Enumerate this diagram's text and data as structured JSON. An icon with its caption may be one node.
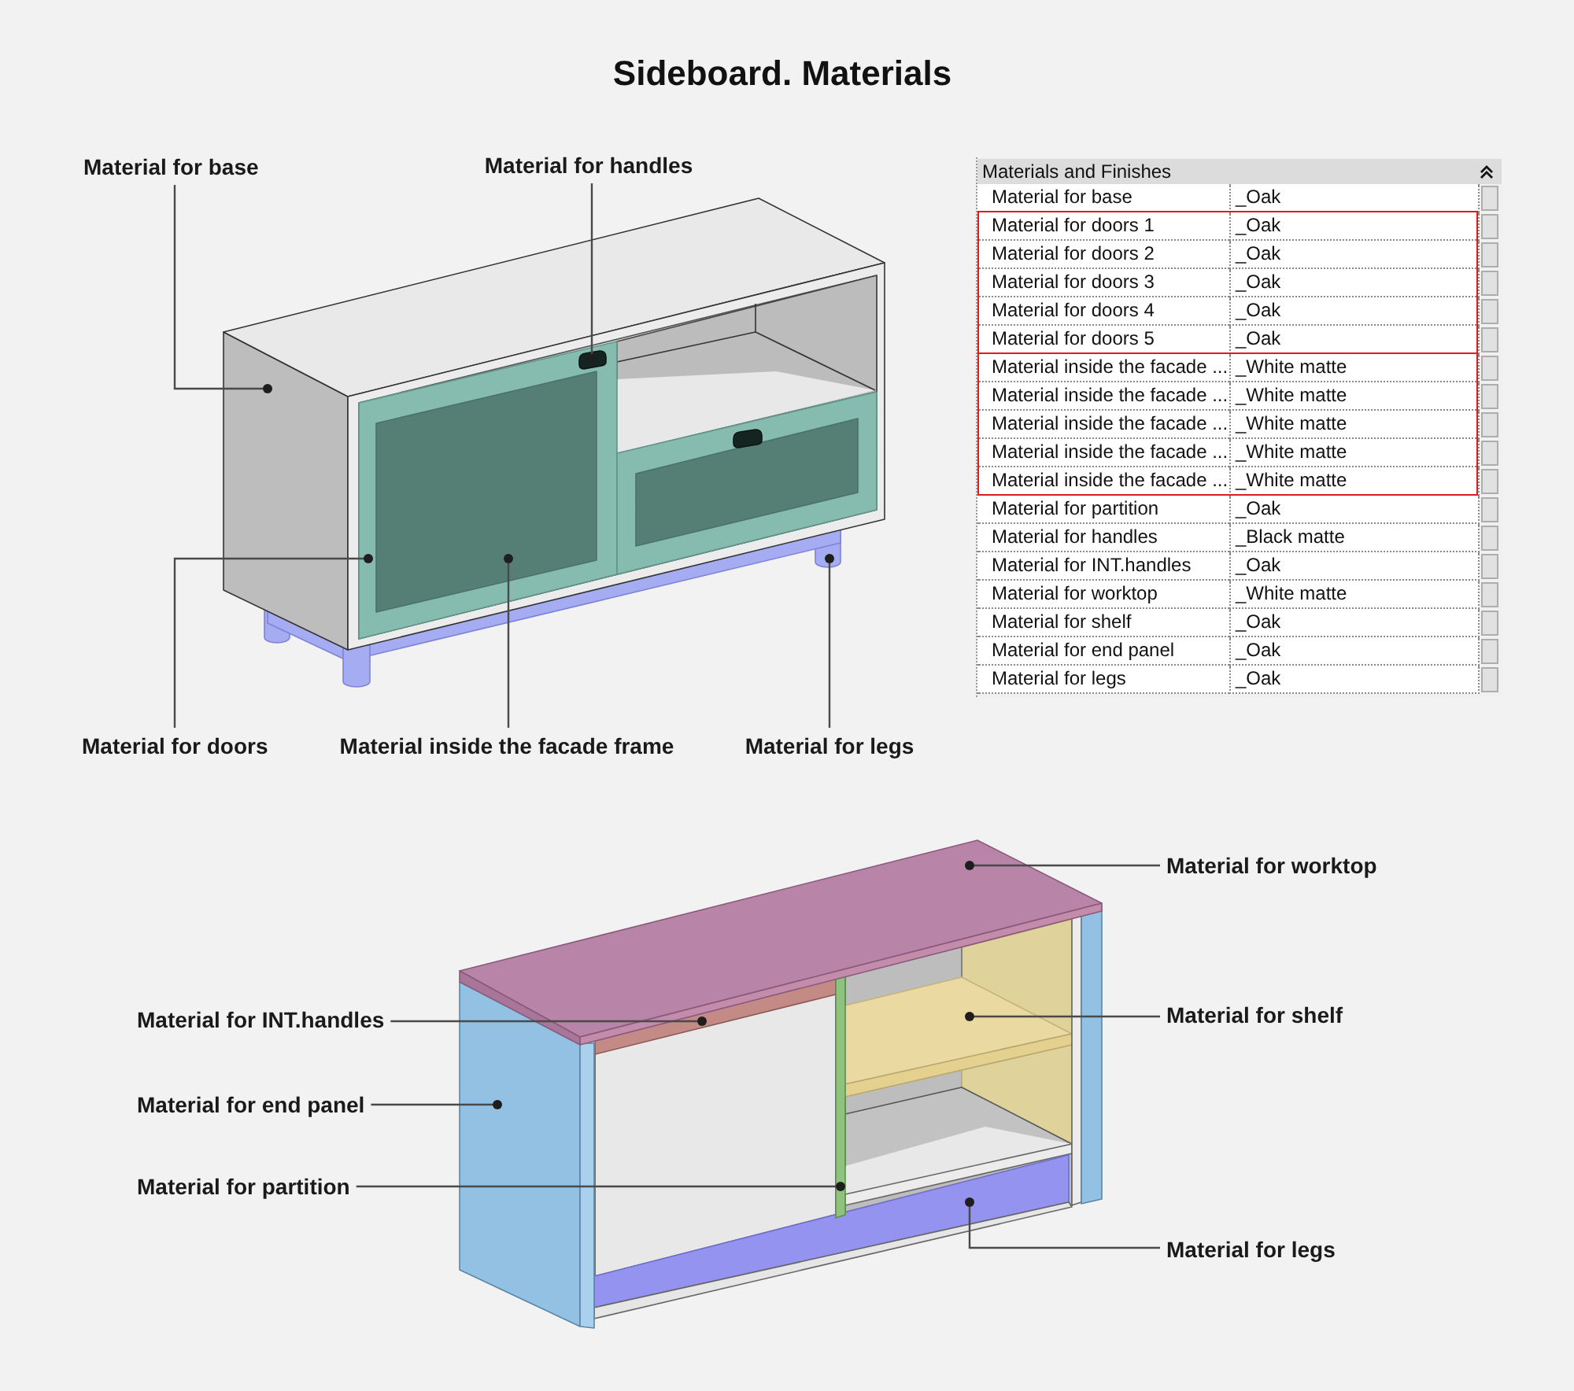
{
  "diagram": {
    "title": "Sideboard. Materials",
    "nodes": [
      {
        "text": [
          "Material for base"
        ]
      },
      {
        "text": [
          "Material for handles"
        ]
      },
      {
        "text": [
          "Material for doors"
        ]
      },
      {
        "text": [
          "Material inside the facade frame"
        ]
      },
      {
        "text": [
          "Material for legs"
        ]
      },
      {
        "text": [
          "Material for worktop"
        ]
      },
      {
        "text": [
          "Material for INT.handles"
        ]
      },
      {
        "text": [
          "Material for shelf"
        ]
      },
      {
        "text": [
          "Material for end panel"
        ]
      },
      {
        "text": [
          "Material for partition"
        ]
      },
      {
        "text": [
          "Material for legs"
        ]
      }
    ],
    "edges": [
      {
        "from": 0,
        "to": null,
        "arrow": "other"
      },
      {
        "from": 1,
        "to": null,
        "arrow": "other"
      },
      {
        "from": 2,
        "to": null,
        "arrow": "other"
      },
      {
        "from": 3,
        "to": null,
        "arrow": "other"
      },
      {
        "from": 4,
        "to": null,
        "arrow": "other"
      },
      {
        "from": 5,
        "to": null,
        "arrow": "other"
      },
      {
        "from": 6,
        "to": null,
        "arrow": "other"
      },
      {
        "from": 7,
        "to": null,
        "arrow": "other"
      },
      {
        "from": 8,
        "to": null,
        "arrow": "other"
      },
      {
        "from": 9,
        "to": null,
        "arrow": "other"
      },
      {
        "from": 10,
        "to": null,
        "arrow": "other"
      }
    ],
    "labels": [
      "Materials and Finishes",
      "Material for base",
      "_Oak",
      "Material for doors 1",
      "_Oak",
      "Material for doors 2",
      "_Oak",
      "Material for doors 3",
      "_Oak",
      "Material for doors 4",
      "_Oak",
      "Material for doors 5",
      "_Oak",
      "Material inside the facade ...",
      "_White matte",
      "Material inside the facade ...",
      "_White matte",
      "Material inside the facade ...",
      "_White matte",
      "Material inside the facade ...",
      "_White matte",
      "Material inside the facade ...",
      "_White matte",
      "Material for partition",
      "_Oak",
      "Material for handles",
      "_Black matte",
      "Material for INT.handles",
      "_Oak",
      "Material for worktop",
      "_White matte",
      "Material for shelf",
      "_Oak",
      "Material for end panel",
      "_Oak",
      "Material for legs",
      "_Oak"
    ]
  }
}
